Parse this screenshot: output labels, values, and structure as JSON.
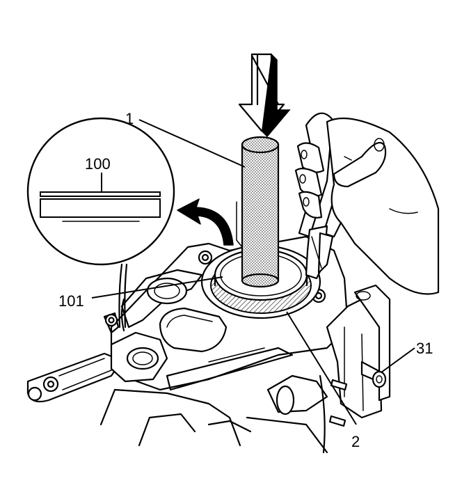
{
  "callouts": {
    "tool": "1",
    "seal": "2",
    "bolt": "31",
    "detail": "100",
    "seal_face": "101"
  },
  "colors": {
    "ink": "#000000",
    "paper": "#ffffff",
    "hatch": "#777777"
  },
  "icons": {
    "press_arrow": "arrow-down-icon",
    "rotate_arrow": "curved-arrow-icon"
  }
}
